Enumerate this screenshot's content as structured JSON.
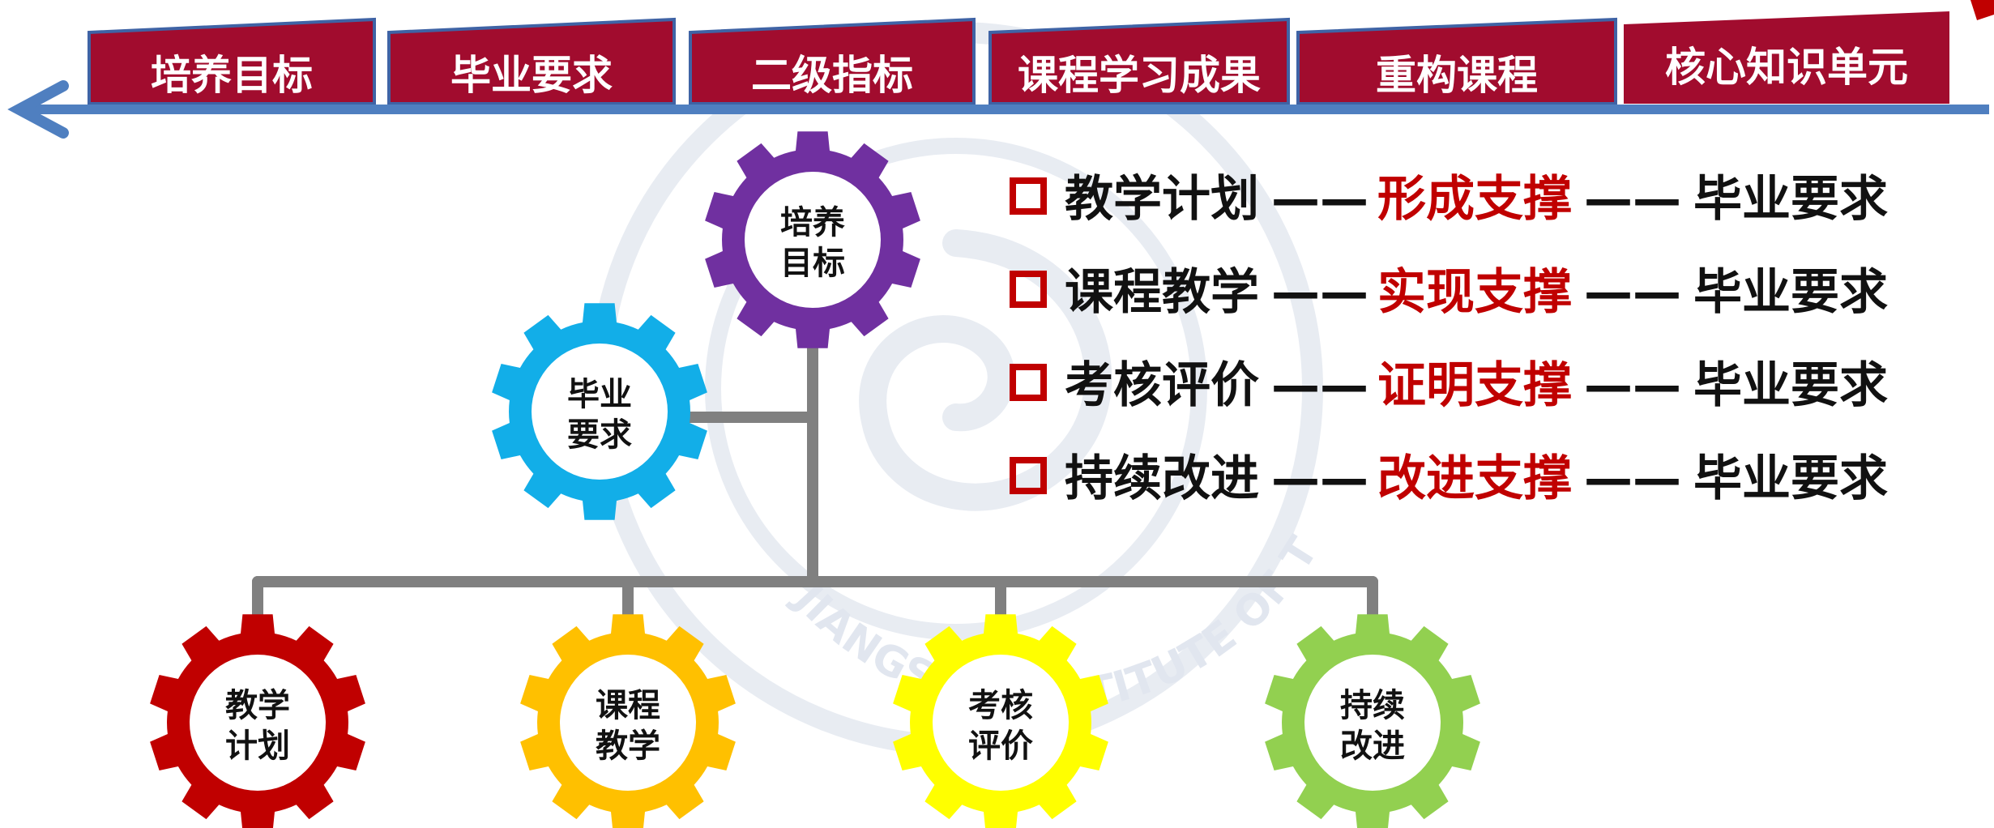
{
  "colors": {
    "tab_fill": "#a10c2e",
    "tab_border": "#3f63a5",
    "arrow": "#4f7fc0",
    "connector": "#808080",
    "checkbox": "#c00000",
    "emphasis": "#c00000",
    "text": "#111111",
    "watermark": "#d6dde9"
  },
  "tabs": [
    {
      "label": "培养目标"
    },
    {
      "label": "毕业要求"
    },
    {
      "label": "二级指标"
    },
    {
      "label": "课程学习成果"
    },
    {
      "label": "重构课程"
    },
    {
      "label": "核心知识单元"
    }
  ],
  "gears": {
    "top": {
      "line1": "培养",
      "line2": "目标",
      "color": "#7030a0"
    },
    "middle": {
      "line1": "毕业",
      "line2": "要求",
      "color": "#12aee8"
    },
    "bottom": [
      {
        "line1": "教学",
        "line2": "计划",
        "color": "#c00000"
      },
      {
        "line1": "课程",
        "line2": "教学",
        "color": "#ffc000"
      },
      {
        "line1": "考核",
        "line2": "评价",
        "color": "#ffff00"
      },
      {
        "line1": "持续",
        "line2": "改进",
        "color": "#92d050"
      }
    ]
  },
  "support_rows": [
    {
      "left": "教学计划",
      "dash": "——",
      "middle": "形成支撑",
      "dash2": "——",
      "right": "毕业要求",
      "checkbox_icon": "checkbox-icon"
    },
    {
      "left": "课程教学",
      "dash": "——",
      "middle": "实现支撑",
      "dash2": "——",
      "right": "毕业要求",
      "checkbox_icon": "checkbox-icon"
    },
    {
      "left": "考核评价",
      "dash": "——",
      "middle": "证明支撑",
      "dash2": "——",
      "right": "毕业要求",
      "checkbox_icon": "checkbox-icon"
    },
    {
      "left": "持续改进",
      "dash": "——",
      "middle": "改进支撑",
      "dash2": "——",
      "right": "毕业要求",
      "checkbox_icon": "checkbox-icon"
    }
  ],
  "watermark": {
    "ring_text": "JIANGSHU INSTITUTE OF TECHNOLOGY",
    "icon": "university-seal-watermark"
  }
}
